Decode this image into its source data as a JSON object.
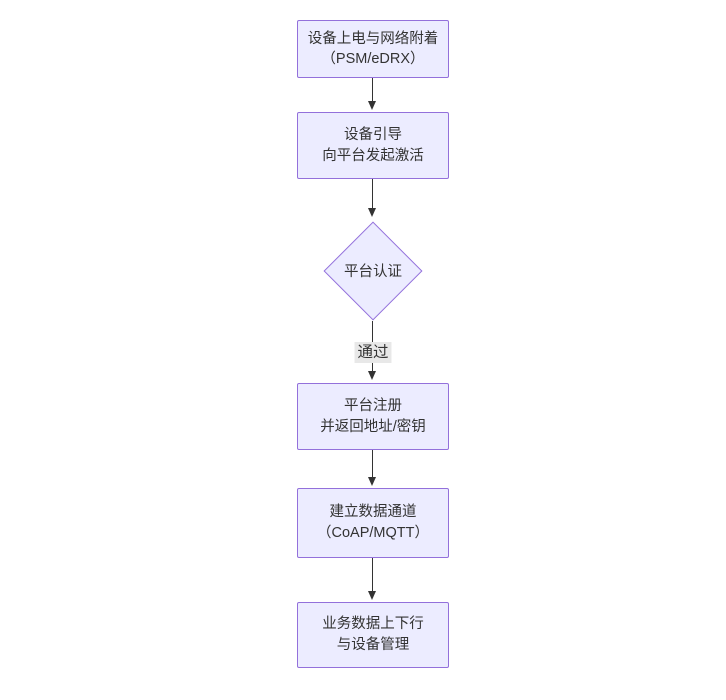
{
  "diagram": {
    "type": "flowchart",
    "direction": "top-down",
    "colors": {
      "background": "#ffffff",
      "node_fill": "#ECECFF",
      "node_border": "#9370DB",
      "edge": "#333333",
      "text": "#333333",
      "edge_label_bg": "#e8e8e8"
    },
    "nodes": [
      {
        "id": "A",
        "shape": "rect",
        "line1": "设备上电与网络附着",
        "line2": "（PSM/eDRX）"
      },
      {
        "id": "B",
        "shape": "rect",
        "line1": "设备引导",
        "line2": "向平台发起激活"
      },
      {
        "id": "C",
        "shape": "diamond",
        "line1": "平台认证",
        "line2": ""
      },
      {
        "id": "D",
        "shape": "rect",
        "line1": "平台注册",
        "line2": "并返回地址/密钥"
      },
      {
        "id": "E",
        "shape": "rect",
        "line1": "建立数据通道",
        "line2": "（CoAP/MQTT）"
      },
      {
        "id": "F",
        "shape": "rect",
        "line1": "业务数据上下行",
        "line2": "与设备管理"
      }
    ],
    "edges": [
      {
        "from": "A",
        "to": "B",
        "label": ""
      },
      {
        "from": "B",
        "to": "C",
        "label": ""
      },
      {
        "from": "C",
        "to": "D",
        "label": "通过"
      },
      {
        "from": "D",
        "to": "E",
        "label": ""
      },
      {
        "from": "E",
        "to": "F",
        "label": ""
      }
    ]
  }
}
